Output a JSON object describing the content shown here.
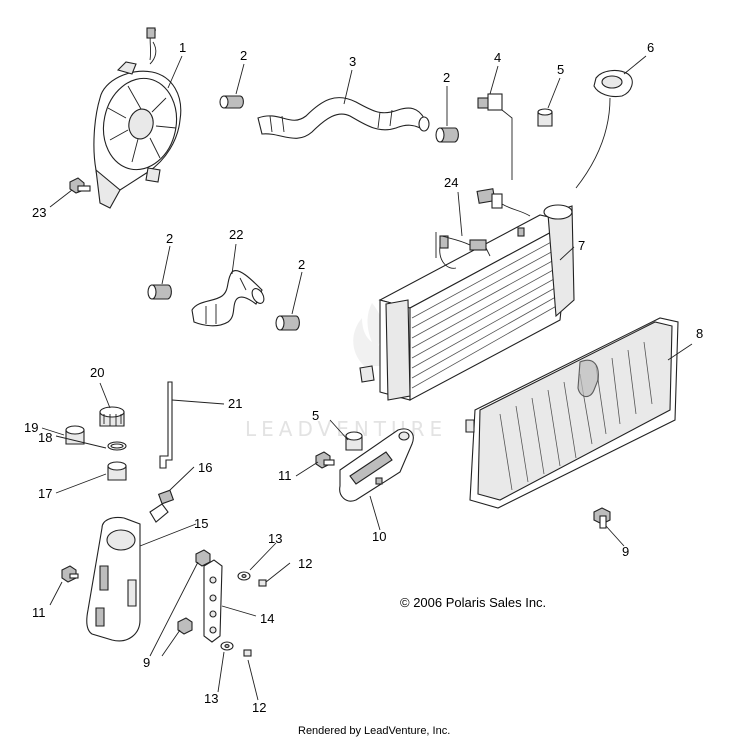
{
  "callouts": [
    "1",
    "2",
    "3",
    "2",
    "4",
    "5",
    "6",
    "23",
    "24",
    "7",
    "2",
    "22",
    "2",
    "8",
    "20",
    "21",
    "19",
    "5",
    "18",
    "11",
    "16",
    "17",
    "10",
    "15",
    "13",
    "12",
    "14",
    "11",
    "9",
    "13",
    "12",
    "9"
  ],
  "watermark": "LEADVENTURE",
  "copyright": "© 2006 Polaris Sales Inc.",
  "rendered_by": "Rendered by LeadVenture, Inc."
}
